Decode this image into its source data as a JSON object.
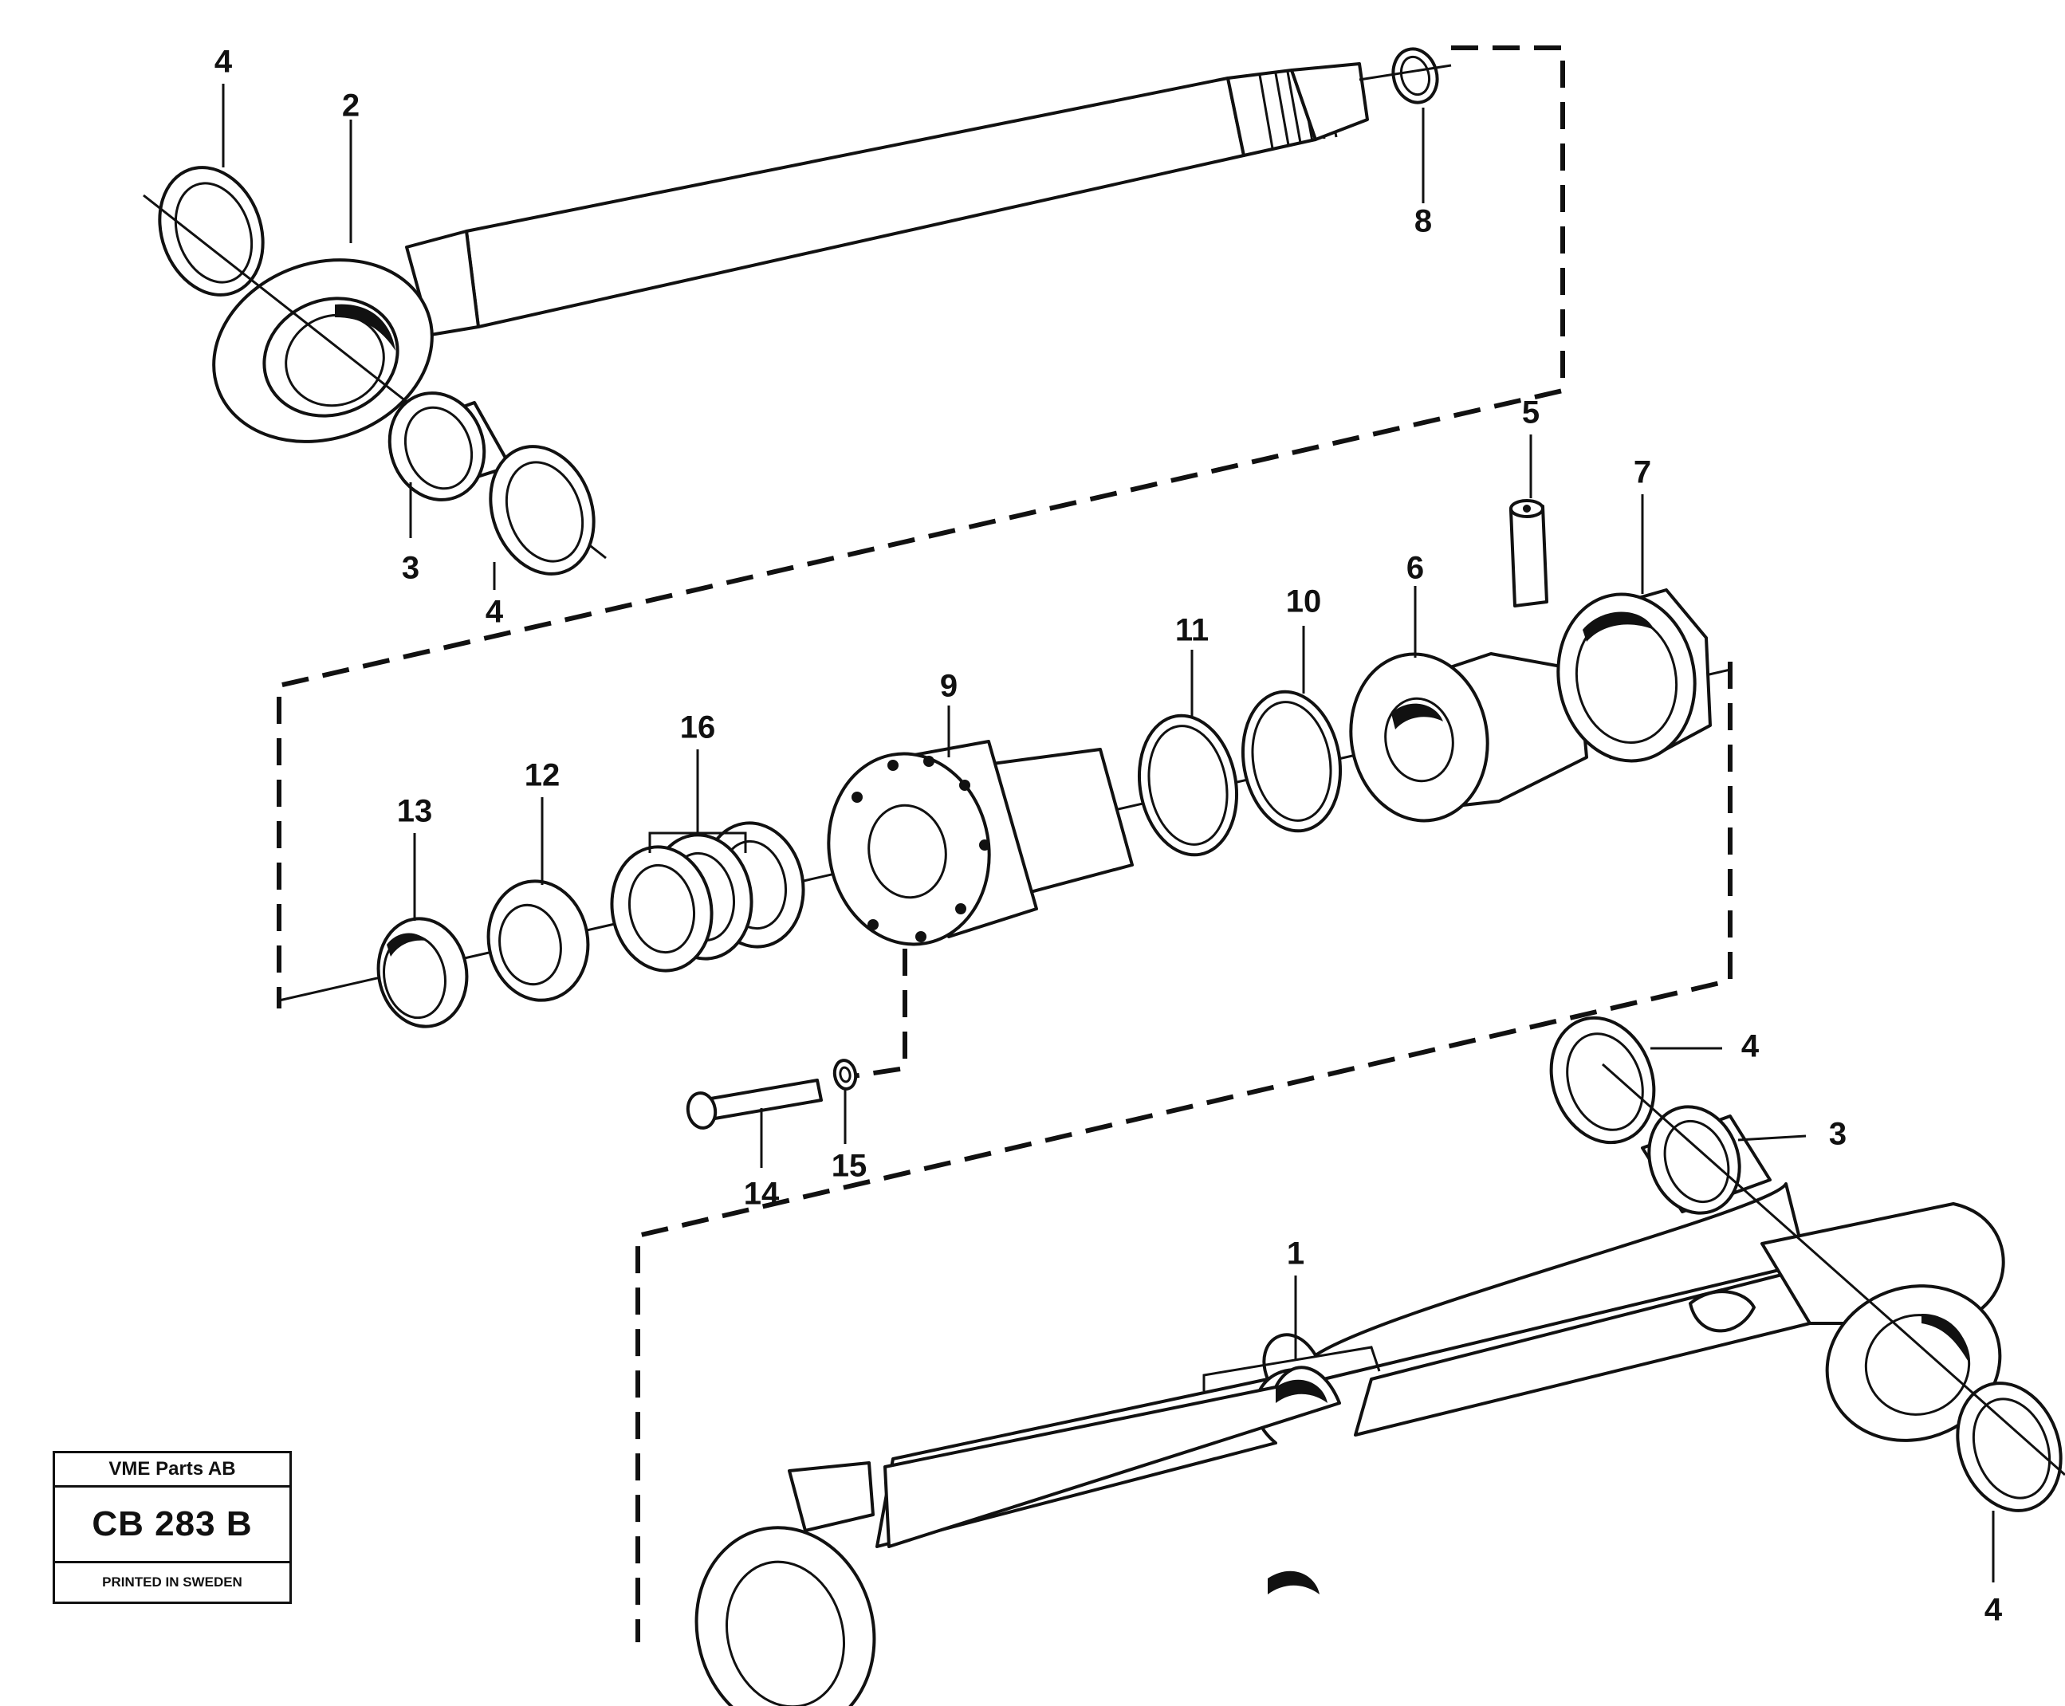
{
  "diagram": {
    "callouts": {
      "c4_top_left": "4",
      "c2": "2",
      "c8": "8",
      "c3_left": "3",
      "c4_mid_left": "4",
      "c5": "5",
      "c7": "7",
      "c6": "6",
      "c10": "10",
      "c11": "11",
      "c9": "9",
      "c16": "16",
      "c12": "12",
      "c13": "13",
      "c14": "14",
      "c15": "15",
      "c4_right": "4",
      "c3_right": "3",
      "c1": "1",
      "c4_bottom_right": "4"
    }
  },
  "title_block": {
    "company": "VME Parts AB",
    "code": "CB 283 B",
    "printed": "PRINTED IN SWEDEN"
  }
}
